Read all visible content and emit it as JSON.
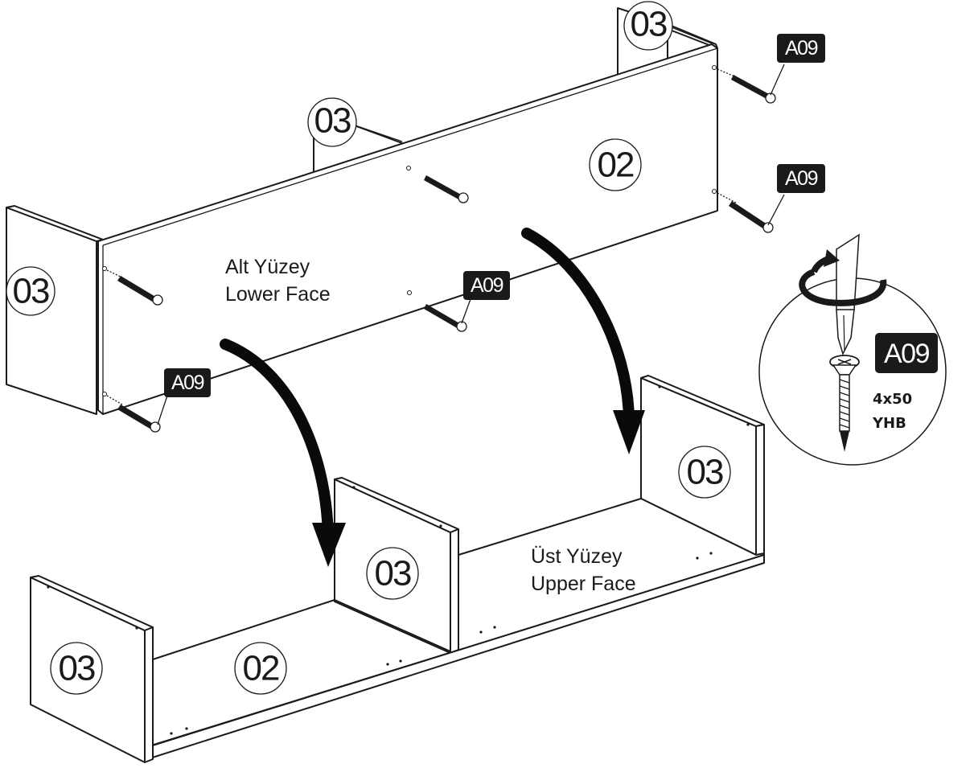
{
  "parts": {
    "side_panel": "03",
    "main_panel": "02"
  },
  "fastener": {
    "code": "A09",
    "size": "4x50",
    "type": "YHB"
  },
  "labels": {
    "lower_tr": "Alt Yüzey",
    "lower_en": "Lower Face",
    "upper_tr": "Üst Yüzey",
    "upper_en": "Upper Face"
  }
}
